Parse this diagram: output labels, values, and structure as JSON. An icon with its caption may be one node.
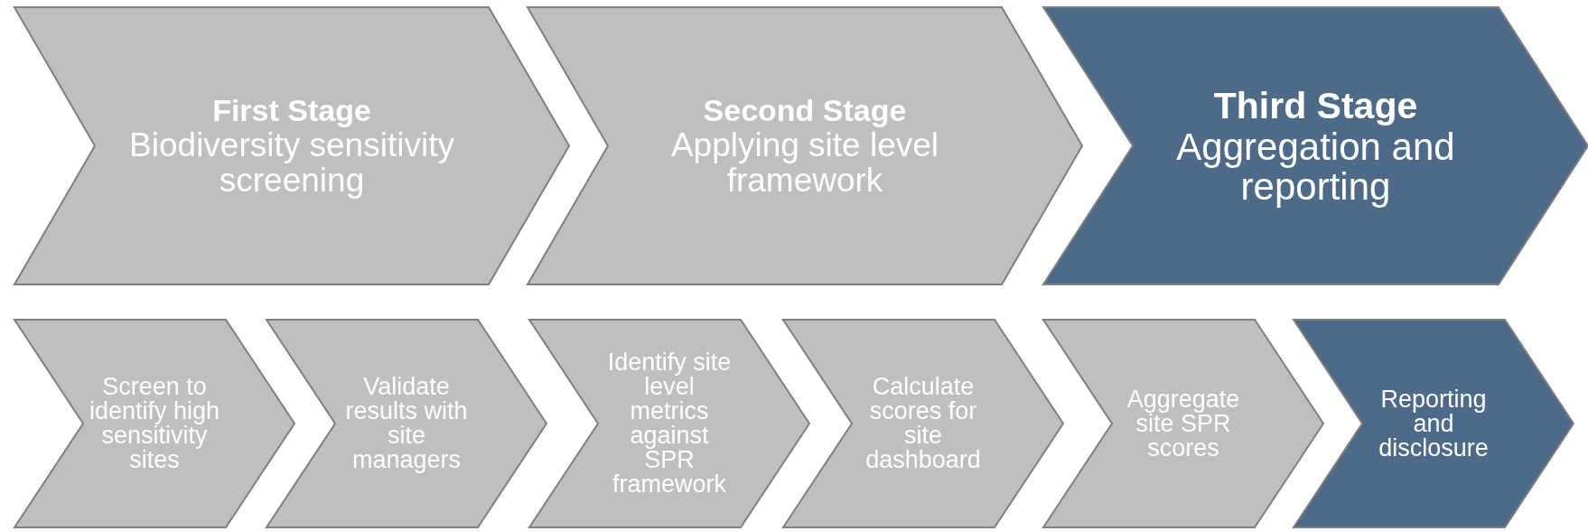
{
  "diagram": {
    "nodes": [
      {
        "text": [
          "First Stage",
          "Biodiversity sensitivity screening"
        ]
      },
      {
        "text": [
          "Second Stage",
          "Applying site level framework"
        ]
      },
      {
        "text": [
          "Third Stage",
          "Aggregation and reporting"
        ]
      },
      {
        "text": [
          "Screen to identify high sensitivity sites"
        ]
      },
      {
        "text": [
          "Validate results with site managers"
        ]
      },
      {
        "text": [
          "Identify site level metrics against SPR framework"
        ]
      },
      {
        "text": [
          "Calculate scores for site dashboard"
        ]
      },
      {
        "text": [
          "Aggregate site SPR scores"
        ]
      },
      {
        "text": [
          "Reporting and disclosure"
        ]
      }
    ]
  }
}
